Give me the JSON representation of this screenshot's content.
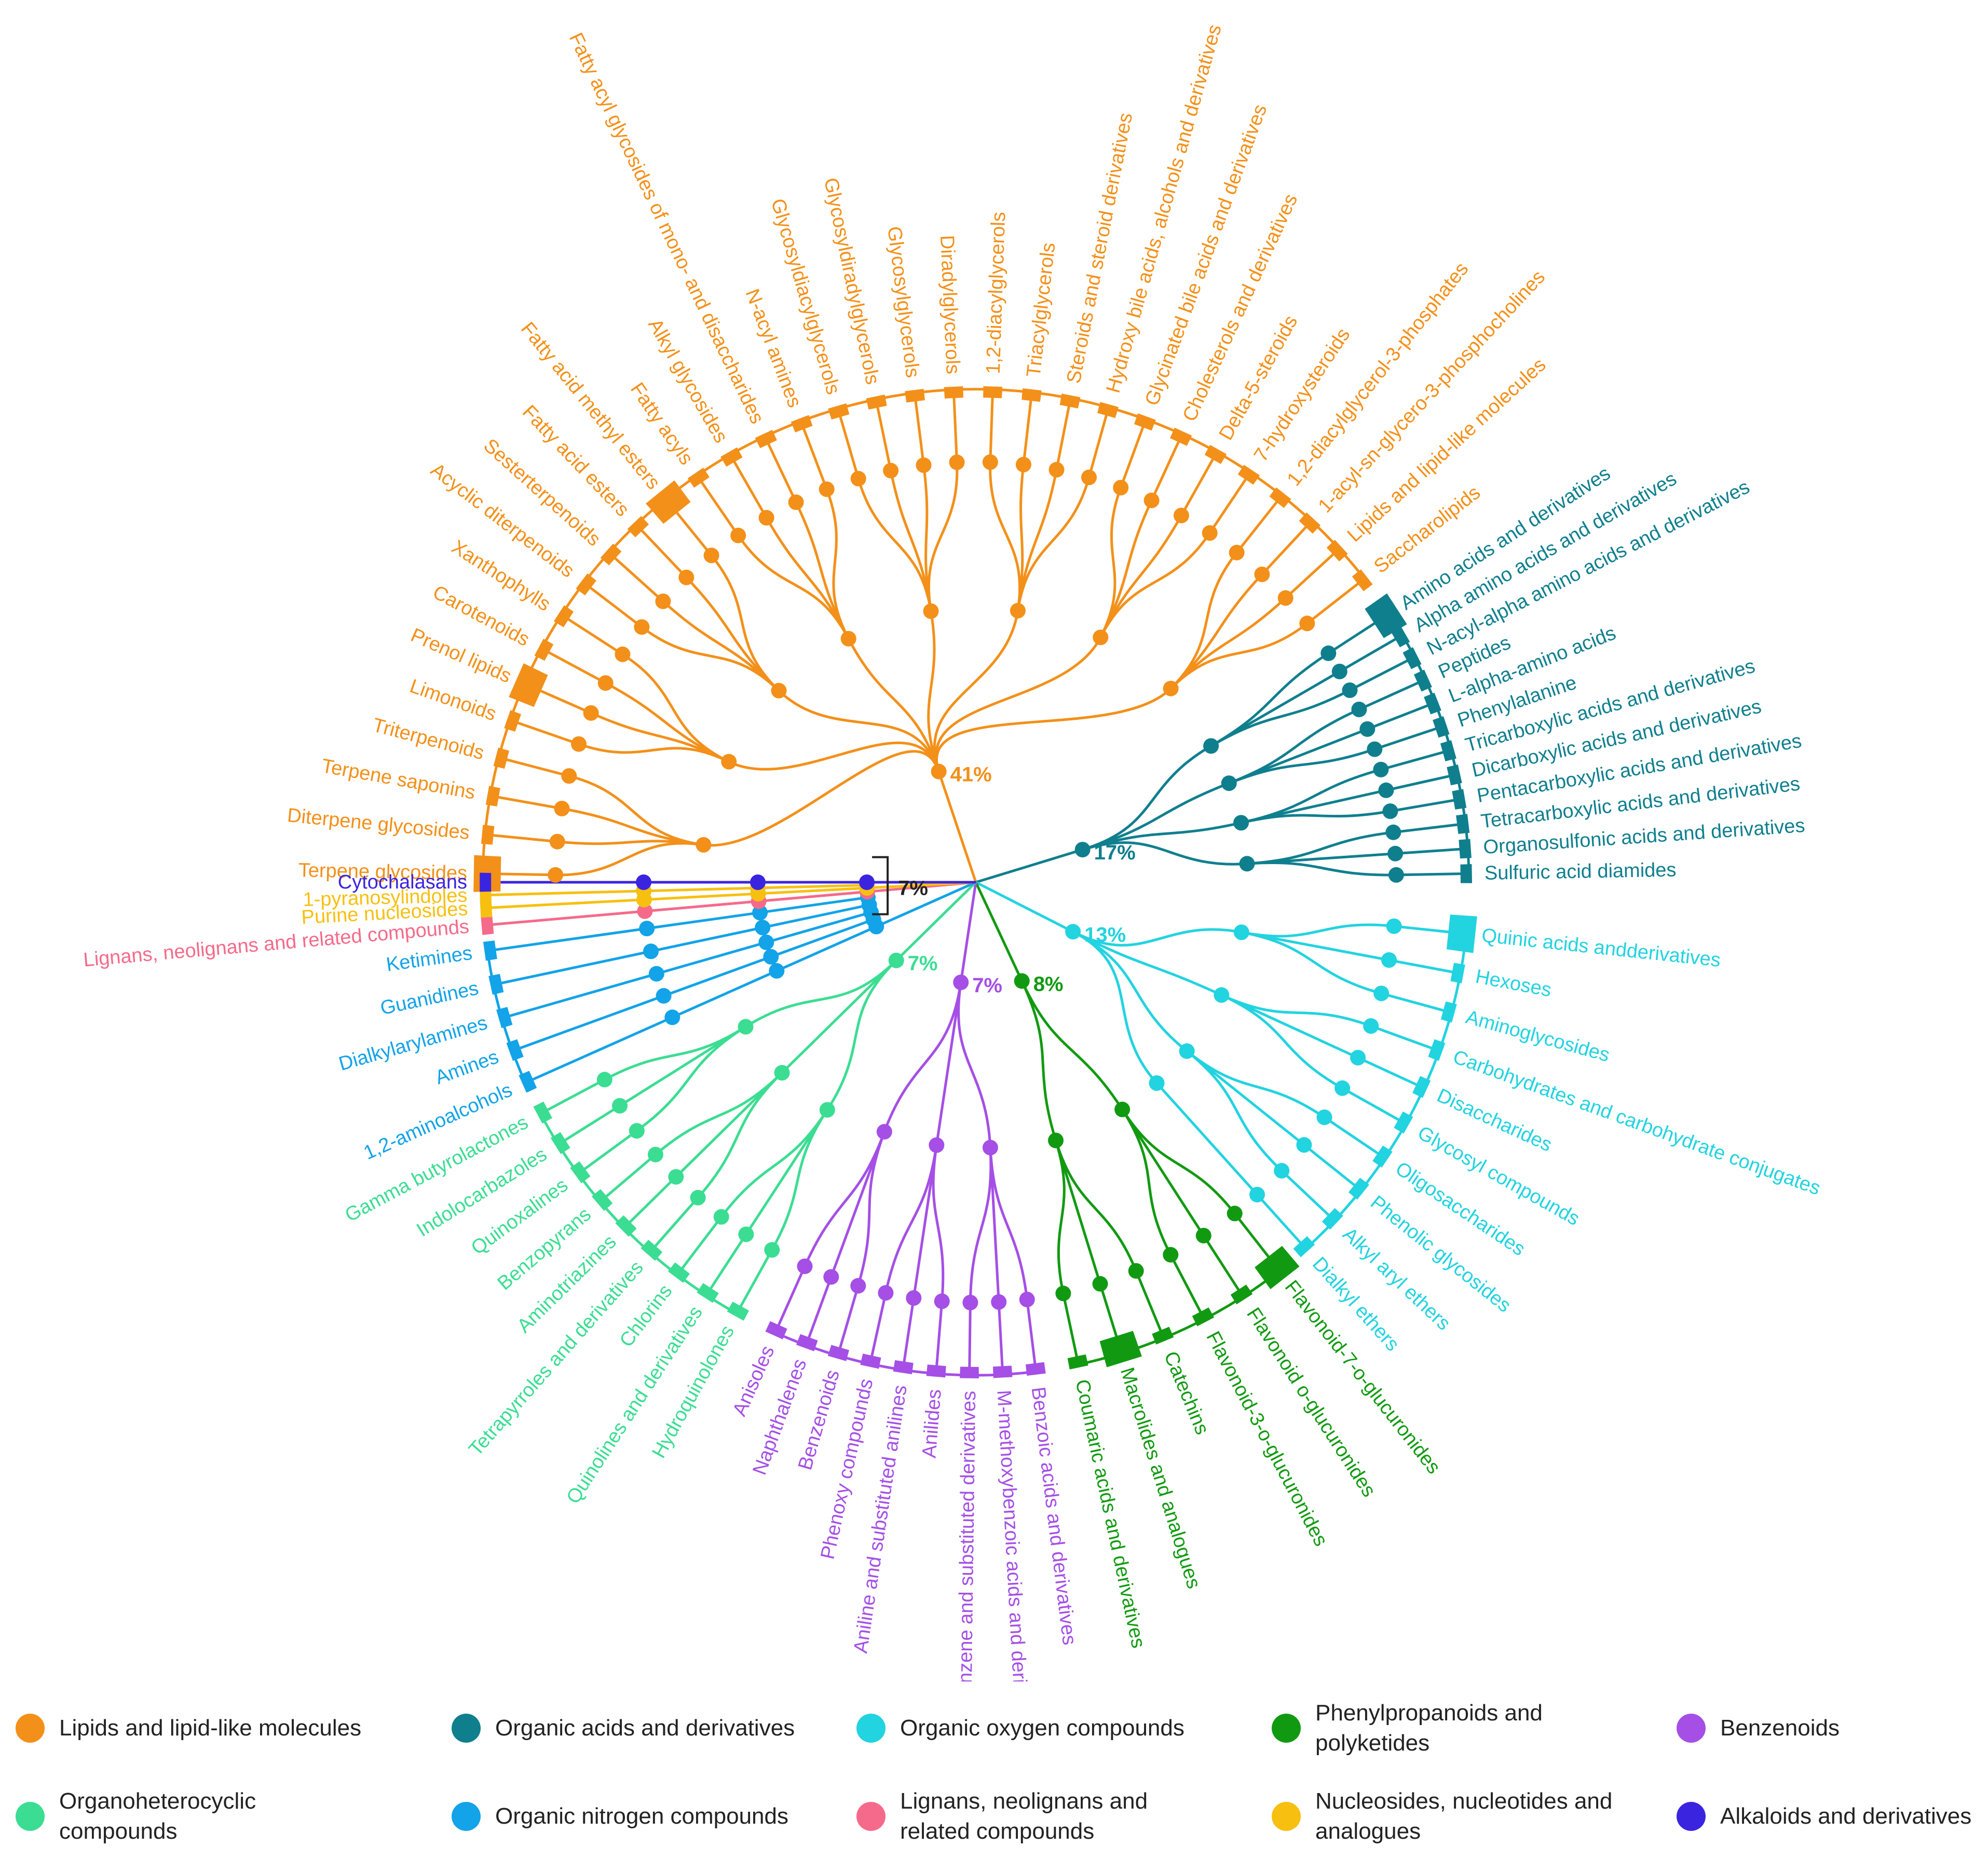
{
  "colors": {
    "lipids": "#f39019",
    "organic_acids": "#0f7f8e",
    "organic_oxygen": "#22d3e0",
    "phenylpropanoids": "#119a11",
    "benzenoids": "#a54fe6",
    "organoheterocyclic": "#3bdd92",
    "organic_nitrogen": "#12a3e8",
    "lignans": "#f56a8a",
    "nucleosides": "#f7c010",
    "alkaloids": "#3b24e0"
  },
  "chart_data": {
    "type": "radial-tree",
    "groups": [
      {
        "key": "lipids",
        "name": "Lipids and lipid-like molecules",
        "percent": "41%",
        "leaves": [
          "Terpene glycosides",
          "Diterpene glycosides",
          "Terpene saponins",
          "Triterpenoids",
          "Limonoids",
          "Prenol lipids",
          "Carotenoids",
          "Xanthophylls",
          "Acyclic diterpenoids",
          "Sesterterpenoids",
          "Fatty acid esters",
          "Fatty acid methyl esters",
          "Fatty acyls",
          "Alkyl glycosides",
          "Fatty acyl glycosides of mono- and disaccharides",
          "N-acyl amines",
          "Glycosyldiacylglycerols",
          "Glycosyldiradylglycerols",
          "Glycosylglycerols",
          "Diradylglycerols",
          "1,2-diacylglycerols",
          "Triacylglycerols",
          "Steroids and steroid derivatives",
          "Hydroxy bile acids, alcohols and derivatives",
          "Glycinated bile acids and derivatives",
          "Cholesterols and derivatives",
          "Delta-5-steroids",
          "7-hydroxysteroids",
          "1,2-diacylglycerol-3-phosphates",
          "1-acyl-sn-glycero-3-phosphocholines",
          "Lipids and lipid-like molecules",
          "Saccharolipids"
        ]
      },
      {
        "key": "organic_acids",
        "name": "Organic acids  and derivatives",
        "percent": "17%",
        "leaves": [
          "Amino acids and derivatives",
          "Alpha amino acids and derivatives",
          "N-acyl-alpha amino acids and derivatives",
          "Peptides",
          "L-alpha-amino acids",
          "Phenylalanine",
          "Tricarboxylic acids and derivatives",
          "Dicarboxylic acids and derivatives",
          "Pentacarboxylic acids and derivatives",
          "Tetracarboxylic acids and derivatives",
          "Organosulfonic acids and derivatives",
          "Sulfuric acid diamides"
        ]
      },
      {
        "key": "organic_oxygen",
        "name": "Organic oxygen compounds",
        "percent": "13%",
        "leaves": [
          "Quinic acids andderivatives",
          "Hexoses",
          "Aminoglycosides",
          "Carbohydrates and carbohydrate conjugates",
          "Disaccharides",
          "Glycosyl compounds",
          "Oligosaccharides",
          "Phenolic glycosides",
          "Alkyl aryl ethers",
          "Dialkyl ethers"
        ]
      },
      {
        "key": "phenylpropanoids",
        "name": "Phenylpropanoids and polyketides",
        "percent": "8%",
        "leaves": [
          "Flavonoid-7-o-glucuronides",
          "Flavonoid o-glucuronides",
          "Flavonoid-3-o-glucuronides",
          "Catechins",
          "Macrolides and analogues",
          "Coumaric acids and derivatives"
        ]
      },
      {
        "key": "benzenoids",
        "name": "Benzenoids",
        "percent": "7%",
        "leaves": [
          "Benzoic acids and derivatives",
          "M-methoxybenzoic acids and derivatives",
          "Benzene and substituted derivatives",
          "Anilides",
          "Aniline and substituted anilines",
          "Phenoxy compounds",
          "Benzenoids",
          "Naphthalenes",
          "Anisoles"
        ]
      },
      {
        "key": "organoheterocyclic",
        "name": "Organoheterocyclic compounds",
        "percent": "7%",
        "leaves": [
          "Hydroquinolones",
          "Quinolines and derivatives",
          "Chlorins",
          "Tetrapyrroles and derivatives",
          "Aminotriazines",
          "Benzopyrans",
          "Quinoxalines",
          "Indolocarbazoles",
          "Gamma butyrolactones"
        ]
      },
      {
        "key": "organic_nitrogen",
        "name": "Organic nitrogen compounds",
        "percent": "",
        "leaves": [
          "1,2-aminoalcohols",
          "Amines",
          "Dialkylarylamines",
          "Guanidines",
          "Ketimines"
        ]
      },
      {
        "key": "lignans",
        "name": "Lignans, neolignans and related compounds",
        "percent": "",
        "leaves": [
          "Lignans, neolignans and related compounds"
        ]
      },
      {
        "key": "nucleosides",
        "name": "Nucleosides, nucleotides and analogues",
        "percent": "",
        "leaves": [
          "Purine nucleosides",
          "1-pyranosylindoles"
        ]
      },
      {
        "key": "alkaloids",
        "name": "Alkaloids and derivatives",
        "percent": "",
        "leaves": [
          "Cytochalasans"
        ]
      }
    ],
    "bracket_label": "7%"
  },
  "legend": [
    {
      "key": "lipids",
      "label": "Lipids and lipid-like molecules"
    },
    {
      "key": "organic_acids",
      "label": "Organic acids  and derivatives"
    },
    {
      "key": "organic_oxygen",
      "label": "Organic oxygen compounds"
    },
    {
      "key": "phenylpropanoids",
      "label": "Phenylpropanoids and polyketides"
    },
    {
      "key": "benzenoids",
      "label": "Benzenoids"
    },
    {
      "key": "organoheterocyclic",
      "label": "Organoheterocyclic compounds"
    },
    {
      "key": "organic_nitrogen",
      "label": "Organic nitrogen compounds"
    },
    {
      "key": "lignans",
      "label": "Lignans, neolignans and related compounds"
    },
    {
      "key": "nucleosides",
      "label": "Nucleosides, nucleotides and analogues"
    },
    {
      "key": "alkaloids",
      "label": "Alkaloids and derivatives"
    }
  ]
}
